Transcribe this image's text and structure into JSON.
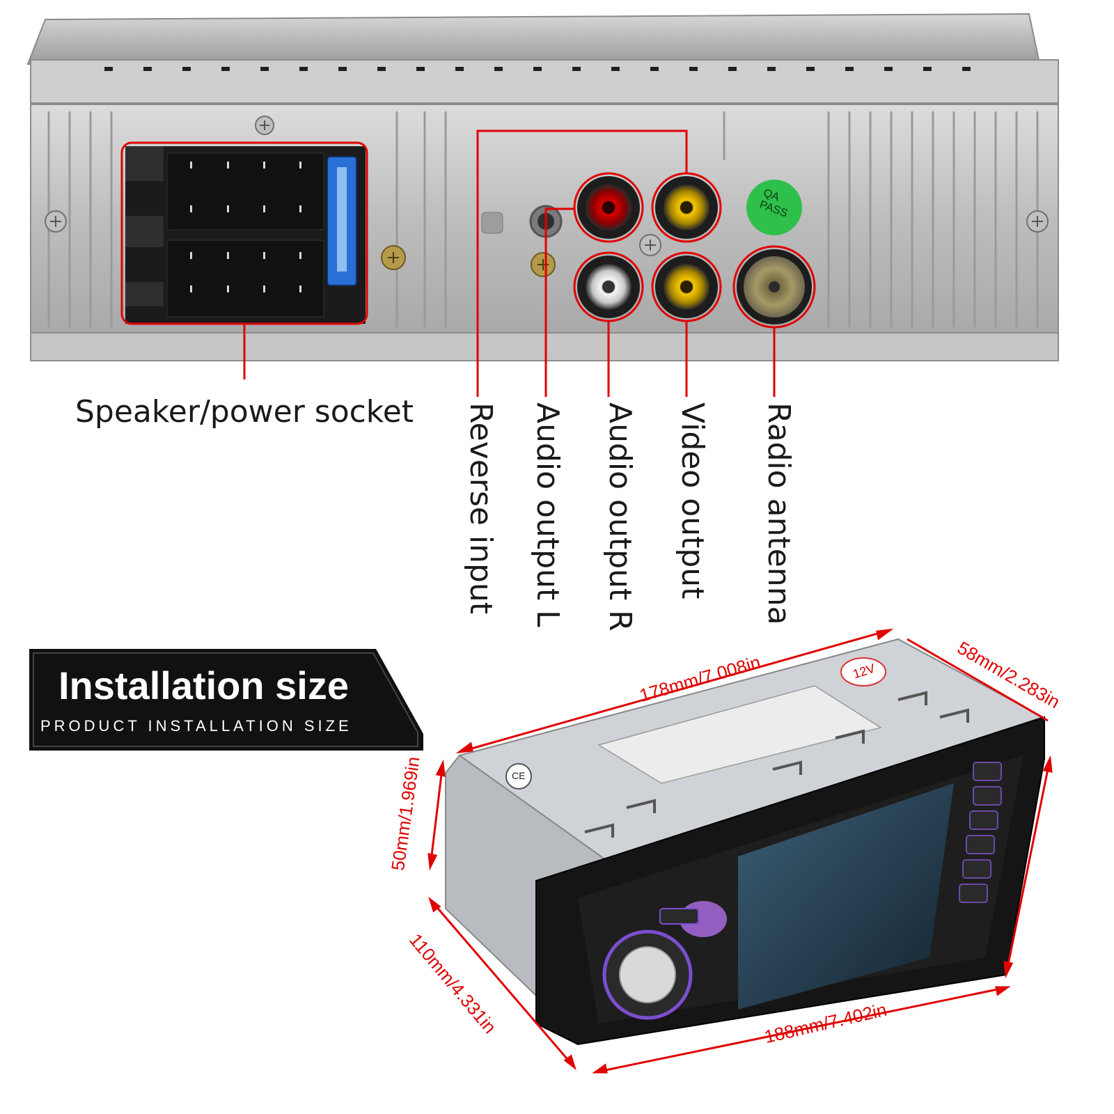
{
  "connectors": {
    "speaker_power": "Speaker/power socket",
    "reverse_input": "Reverse input",
    "audio_left": "Audio output L",
    "audio_right": "Audio output R",
    "video_output": "Video output",
    "radio_antenna": "Radio antenna"
  },
  "stickers": {
    "qa_line1": "QA",
    "qa_line2": "PASS",
    "voltage": "12V",
    "ce": "CE"
  },
  "installation": {
    "title": "Installation size",
    "subtitle": "PRODUCT INSTALLATION SIZE"
  },
  "dimensions": {
    "top_length": "178mm/7.008in",
    "depth_right": "58mm/2.283in",
    "height_left": "50mm/1.969in",
    "depth_left": "110mm/4.331in",
    "front_width": "188mm/7.402in"
  },
  "colors": {
    "highlight": "#e00000",
    "chassis": "#c9c9c9",
    "badge": "#111111"
  }
}
